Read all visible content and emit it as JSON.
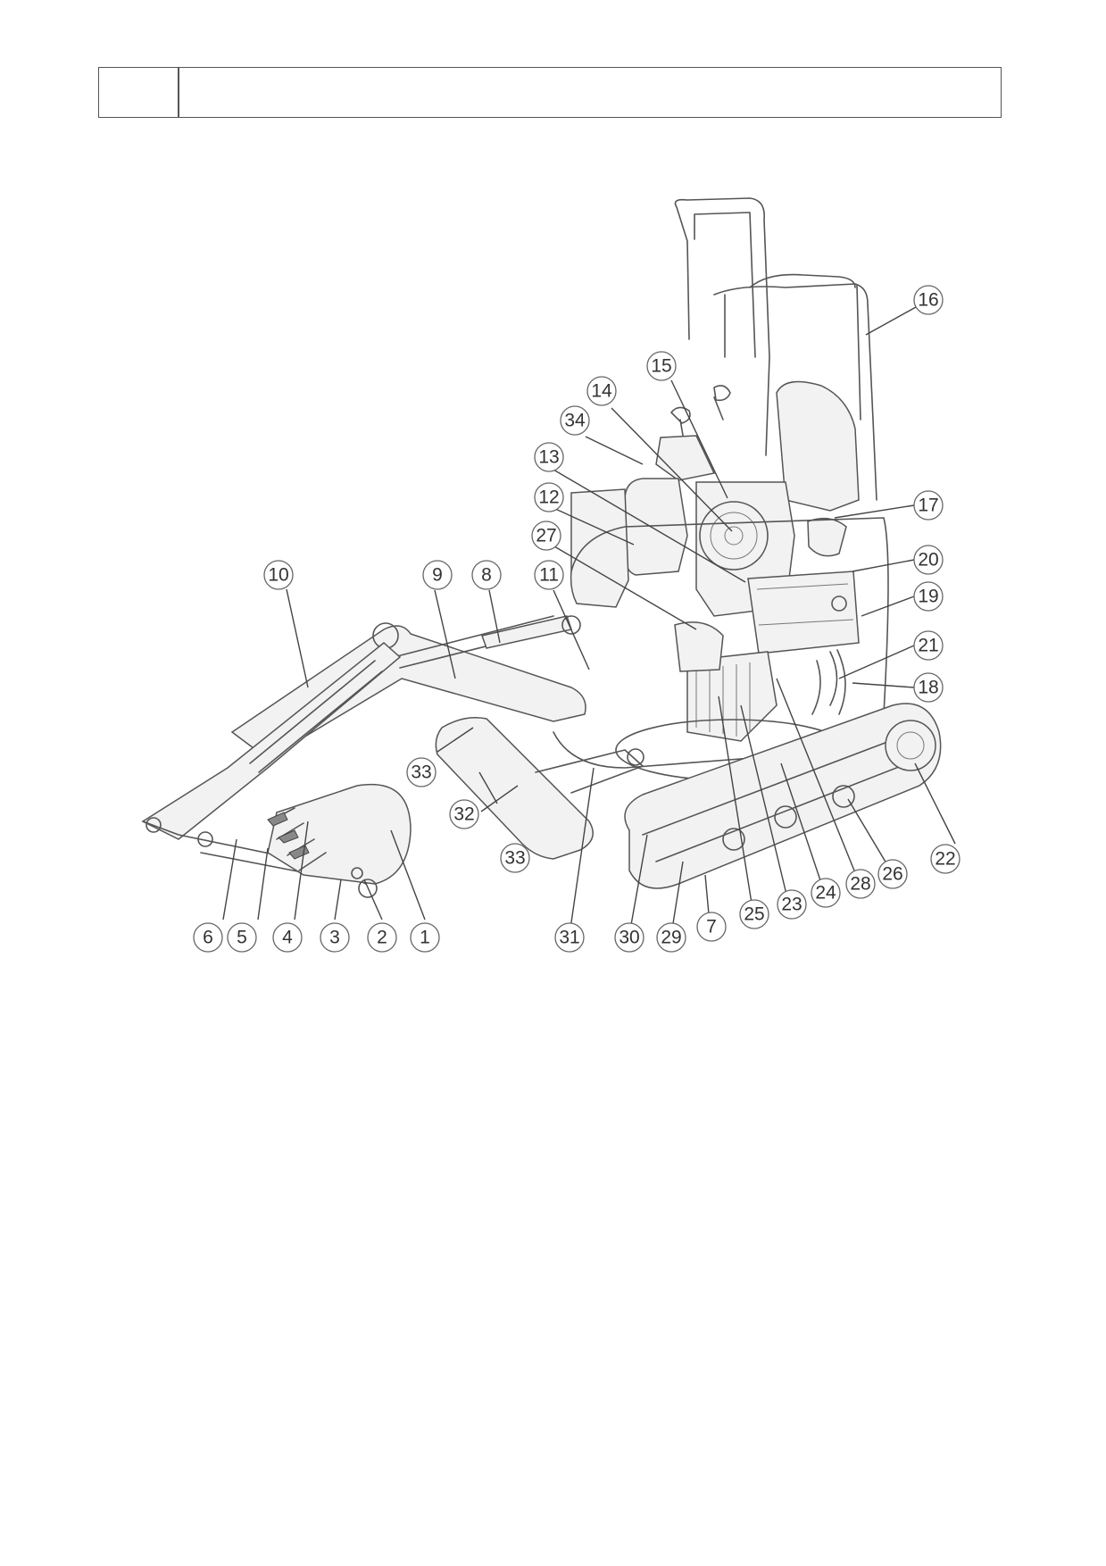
{
  "header": {
    "section": "",
    "title": ""
  },
  "callouts": [
    {
      "id": "1",
      "label": "1"
    },
    {
      "id": "2",
      "label": "2"
    },
    {
      "id": "3",
      "label": "3"
    },
    {
      "id": "4",
      "label": "4"
    },
    {
      "id": "5",
      "label": "5"
    },
    {
      "id": "6",
      "label": "6"
    },
    {
      "id": "7",
      "label": "7"
    },
    {
      "id": "8",
      "label": "8"
    },
    {
      "id": "9",
      "label": "9"
    },
    {
      "id": "10",
      "label": "10"
    },
    {
      "id": "11",
      "label": "11"
    },
    {
      "id": "12",
      "label": "12"
    },
    {
      "id": "13",
      "label": "13"
    },
    {
      "id": "14",
      "label": "14"
    },
    {
      "id": "15",
      "label": "15"
    },
    {
      "id": "16",
      "label": "16"
    },
    {
      "id": "17",
      "label": "17"
    },
    {
      "id": "18",
      "label": "18"
    },
    {
      "id": "19",
      "label": "19"
    },
    {
      "id": "20",
      "label": "20"
    },
    {
      "id": "21",
      "label": "21"
    },
    {
      "id": "22",
      "label": "22"
    },
    {
      "id": "23",
      "label": "23"
    },
    {
      "id": "24",
      "label": "24"
    },
    {
      "id": "25",
      "label": "25"
    },
    {
      "id": "26",
      "label": "26"
    },
    {
      "id": "27",
      "label": "27"
    },
    {
      "id": "28",
      "label": "28"
    },
    {
      "id": "29",
      "label": "29"
    },
    {
      "id": "30",
      "label": "30"
    },
    {
      "id": "31",
      "label": "31"
    },
    {
      "id": "32",
      "label": "32"
    },
    {
      "id": "33a",
      "label": "33"
    },
    {
      "id": "33b",
      "label": "33"
    },
    {
      "id": "34",
      "label": "34"
    }
  ]
}
